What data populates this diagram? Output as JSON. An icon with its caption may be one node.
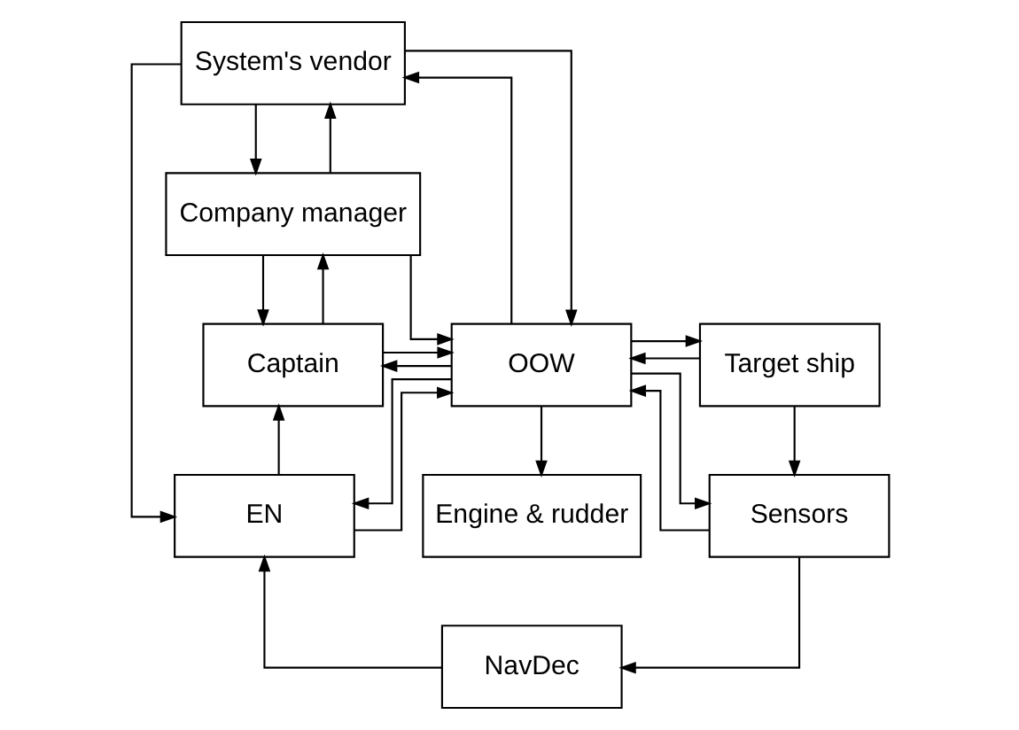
{
  "diagram": {
    "nodes": [
      {
        "text": [
          "System's vendor"
        ]
      },
      {
        "text": [
          "Company manager"
        ]
      },
      {
        "text": [
          "Captain"
        ]
      },
      {
        "text": [
          "OOW"
        ]
      },
      {
        "text": [
          "Target ship"
        ]
      },
      {
        "text": [
          "Engine & rudder"
        ]
      },
      {
        "text": [
          "EN"
        ]
      },
      {
        "text": [
          "Sensors"
        ]
      },
      {
        "text": [
          "NavDec"
        ]
      }
    ],
    "edges": [
      {
        "from": 0,
        "to": 1,
        "arrow": "to"
      },
      {
        "from": 1,
        "to": 0,
        "arrow": "to"
      },
      {
        "from": 1,
        "to": 3,
        "arrow": "to"
      },
      {
        "from": 0,
        "to": 3,
        "arrow": "to"
      },
      {
        "from": 3,
        "to": 0,
        "arrow": "to"
      },
      {
        "from": 0,
        "to": 6,
        "arrow": "to"
      },
      {
        "from": 1,
        "to": 2,
        "arrow": "to"
      },
      {
        "from": 2,
        "to": 1,
        "arrow": "to"
      },
      {
        "from": 4,
        "to": 3,
        "arrow": "to"
      },
      {
        "from": 3,
        "to": 2,
        "arrow": "to"
      },
      {
        "from": 2,
        "to": 3,
        "arrow": "to"
      },
      {
        "from": 3,
        "to": 4,
        "arrow": "to"
      },
      {
        "from": 7,
        "to": 3,
        "arrow": "to"
      },
      {
        "from": 3,
        "to": 7,
        "arrow": "to"
      },
      {
        "from": 3,
        "to": 5,
        "arrow": "to"
      },
      {
        "from": 3,
        "to": 6,
        "arrow": "to"
      },
      {
        "from": 6,
        "to": 3,
        "arrow": "to"
      },
      {
        "from": 4,
        "to": 7,
        "arrow": "to"
      },
      {
        "from": 6,
        "to": 2,
        "arrow": "to"
      },
      {
        "from": 8,
        "to": 6,
        "arrow": "to"
      },
      {
        "from": 7,
        "to": 8,
        "arrow": "to"
      }
    ]
  }
}
